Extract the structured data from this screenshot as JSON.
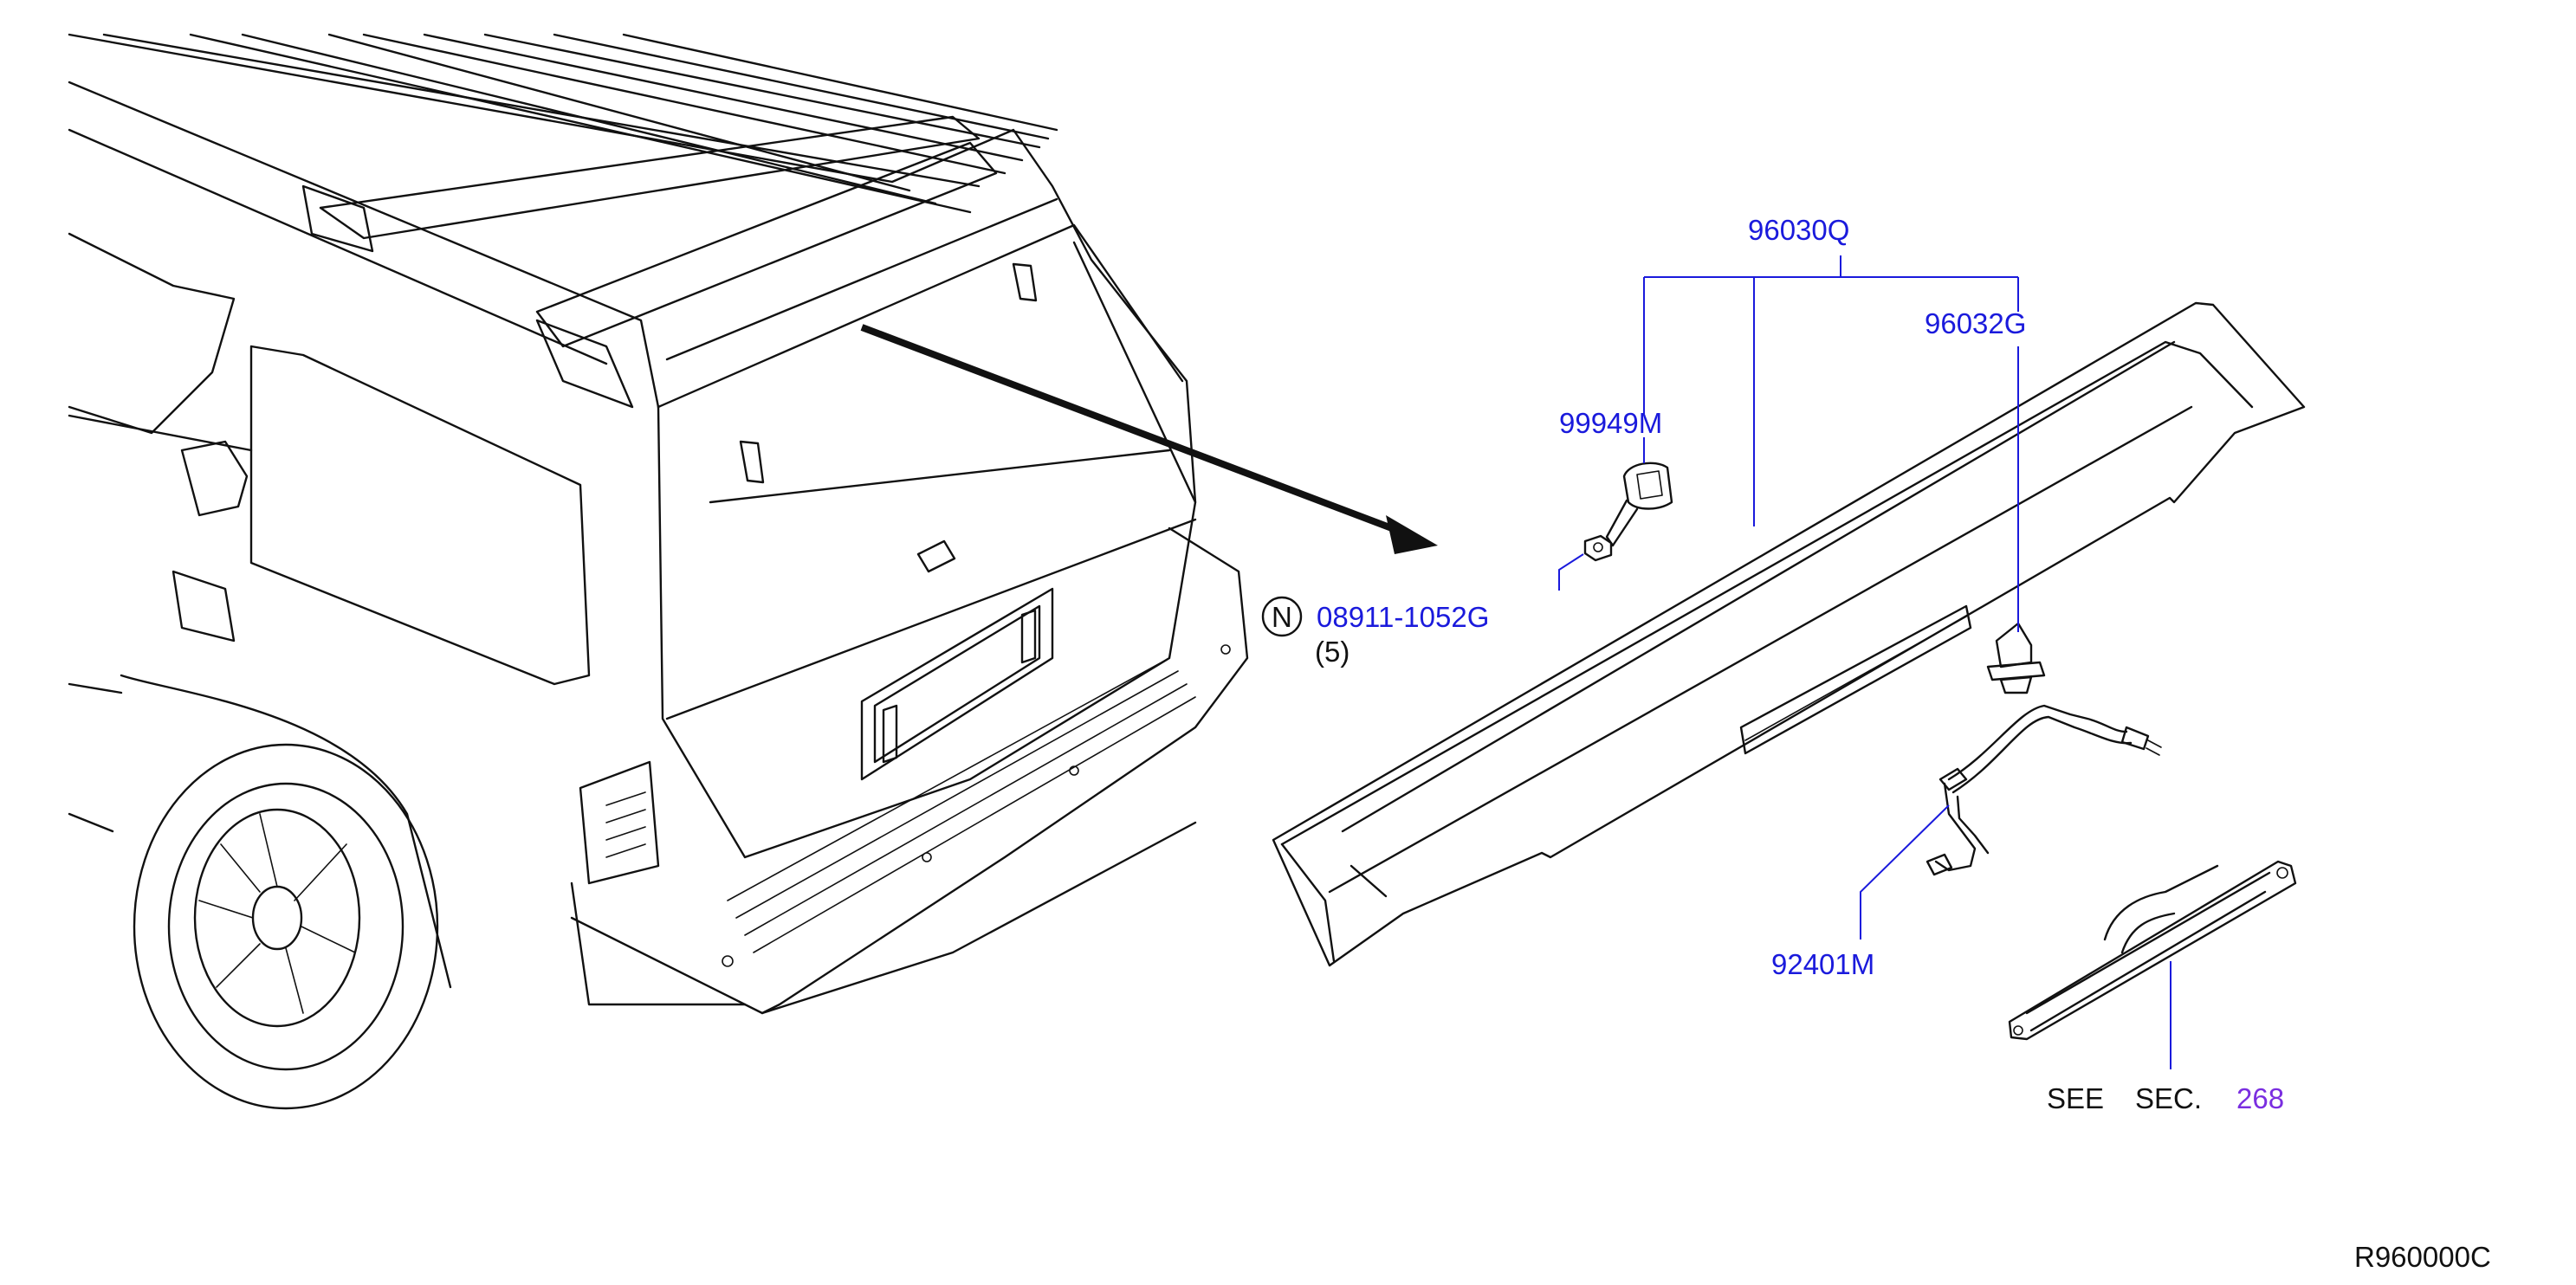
{
  "diagram": {
    "callouts": {
      "assembly": "96030Q",
      "clip": "96032G",
      "screw": "99949M",
      "nut_circle_letter": "N",
      "nut": "08911-1052G",
      "nut_qty": "(5)",
      "harness": "92401M",
      "see": "SEE",
      "sec": "SEC.",
      "sec_number": "268"
    },
    "figure_code": "R960000C",
    "colors": {
      "part_number_text": "#1a1adc",
      "reference_link": "#7a2ee0",
      "linework": "#111111"
    }
  }
}
